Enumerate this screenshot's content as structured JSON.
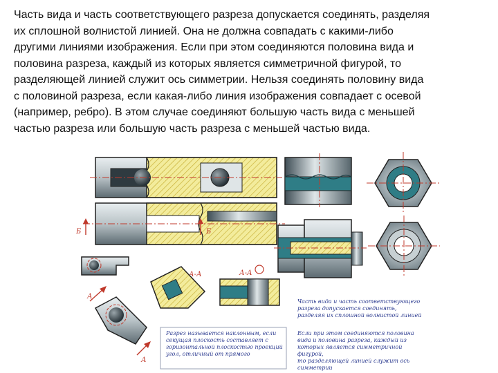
{
  "paragraph": {
    "lines": [
      "Часть вида и часть соответствующего разреза допускается соединять, разделяя",
      "их сплошной волнистой линией. Она не должна совпадать с какими-либо",
      "другими линиями изображения. Если при этом соединяются половина вида и",
      "половина разреза, каждый из которых является симметричной фигурой, то",
      "разделяющей линией служит ось симметрии. Нельзя соединять половину вида",
      "с половиной разреза, если какая-либо линия изображения совпадает с осевой",
      "(например, ребро). В этом случае соединяют большую часть вида с меньшей",
      "частью разреза или большую часть разреза с меньшей частью вида."
    ]
  },
  "figure": {
    "labels": {
      "b_left": "Б",
      "b_right": "Б",
      "a_top": "А",
      "a_bottom": "А",
      "section_aa_1": "А-А",
      "section_aa_2": "А-А"
    },
    "note_cut_plane": {
      "lines": [
        "Разрез называется наклонным, если",
        "секущая плоскость составляет с",
        "горизонтальной плоскостью проекций",
        "угол, отличный от прямого"
      ]
    },
    "note_view_section": {
      "lines": [
        "Часть вида и часть соответствующего",
        "разреза допускается соединять,",
        "разделяя их сплошной волнистой линией"
      ]
    },
    "note_half": {
      "lines": [
        "Если при этом соединяются половина",
        "вида и половина разреза, каждый из",
        "которых является симметричной фигурой,",
        "то разделяющей линией служит ось",
        "симметрии"
      ]
    },
    "colors": {
      "metal_light": "#cfd6d8",
      "metal_dark": "#4a5a62",
      "teal": "#2f7d86",
      "hatch": "#e8d96a",
      "axis": "#c0392b",
      "note_text": "#2b3a8f"
    }
  }
}
